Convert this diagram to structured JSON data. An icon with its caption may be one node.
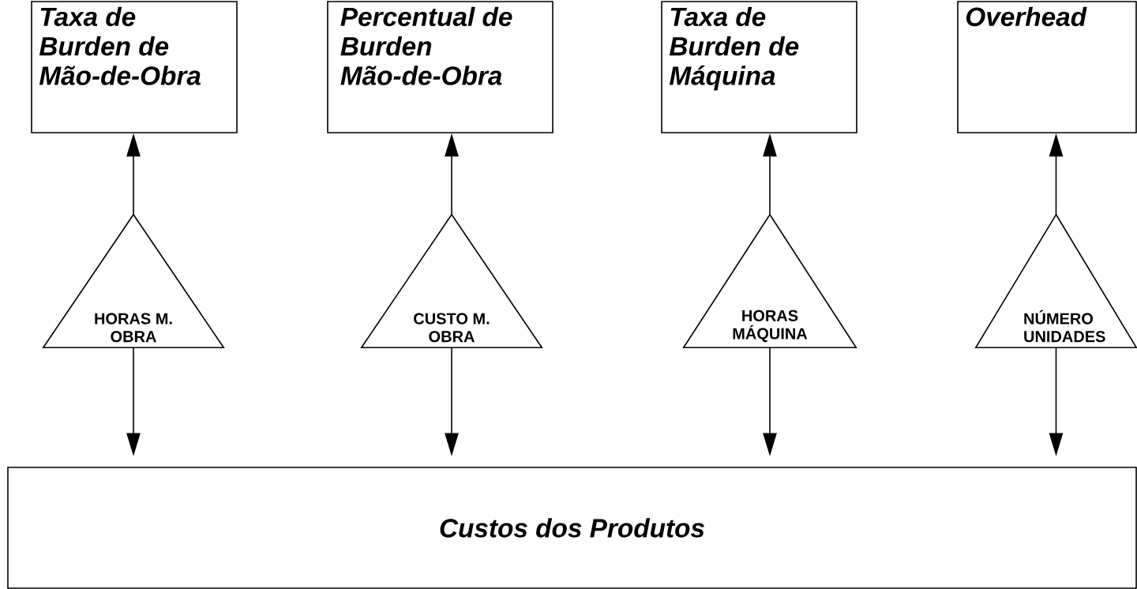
{
  "diagram": {
    "nodes": [
      {
        "text": [
          "Taxa de Burden de Mão-de-Obra"
        ]
      },
      {
        "text": [
          "Percentual de Burden Mão-de-Obra"
        ]
      },
      {
        "text": [
          "Taxa de Burden de Máquina"
        ]
      },
      {
        "text": [
          "Overhead"
        ]
      },
      {
        "text": [
          "HORAS M. OBRA"
        ]
      },
      {
        "text": [
          "CUSTO M. OBRA"
        ]
      },
      {
        "text": [
          "HORAS MÁQUINA"
        ]
      },
      {
        "text": [
          "NÚMERO UNIDADES"
        ]
      },
      {
        "text": [
          "Custos dos Produtos"
        ]
      }
    ],
    "edges": [
      {
        "from": 4,
        "to": 0,
        "arrow": "to"
      },
      {
        "from": 4,
        "to": 8,
        "arrow": "to"
      },
      {
        "from": 5,
        "to": 1,
        "arrow": "to"
      },
      {
        "from": 5,
        "to": 8,
        "arrow": "to"
      },
      {
        "from": 6,
        "to": 2,
        "arrow": "to"
      },
      {
        "from": 6,
        "to": 8,
        "arrow": "to"
      },
      {
        "from": 7,
        "to": 3,
        "arrow": "to"
      },
      {
        "from": 7,
        "to": 8,
        "arrow": "to"
      }
    ]
  }
}
